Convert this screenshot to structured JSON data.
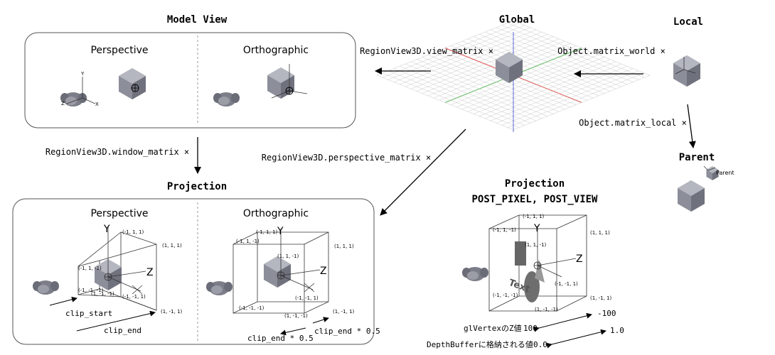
{
  "sections": {
    "model_view": "Model View",
    "global": "Global",
    "local": "Local",
    "parent": "Parent",
    "projection": "Projection",
    "projection_post_line1": "Projection",
    "projection_post_line2": "POST_PIXEL, POST_VIEW"
  },
  "panels": {
    "perspective": "Perspective",
    "orthographic": "Orthographic"
  },
  "matrices": {
    "view_matrix": "RegionView3D.view_matrix",
    "matrix_world": "Object.matrix_world",
    "matrix_local": "Object.matrix_local",
    "window_matrix": "RegionView3D.window_matrix",
    "perspective_matrix": "RegionView3D.perspective_matrix",
    "times": "×"
  },
  "axes": {
    "x": "X",
    "y": "Y",
    "z": "Z"
  },
  "parent_small_label": "Parent",
  "coords": {
    "persp": {
      "top_far": "(-1, 1, 1)",
      "right_far": "(1, 1, 1)",
      "bottom_far": "(1, -1, 1)",
      "top_near": "(-1, 1, -1)",
      "left_near": "(-1, -1, -1)",
      "left_near2": "(1, -1, -1)",
      "center": "(-1, -1, 1)"
    },
    "ortho": {
      "top_far": "(-1, 1, 1)",
      "right_far": "(1, 1, 1)",
      "bottom_far": "(1, -1, 1)",
      "top_near": "(-1, 1, -1)",
      "mid": "(1, 1, -1)",
      "left_near": "(-1, -1, -1)",
      "bottom_near": "(1, -1, -1)",
      "center": "(-1, -1, 1)"
    },
    "post": {
      "top_far": "(-1, 1, 1)",
      "right_far": "(1, 1, 1)",
      "bottom_far": "(1, -1, 1)",
      "top_near": "(-1, 1, -1)",
      "mid": "(1, 1, -1)",
      "left_near": "(-1, -1, -1)",
      "bottom_near": "(1, -1, -1)",
      "center": "(-1, -1, 1)"
    }
  },
  "clip": {
    "start": "clip_start",
    "end": "clip_end",
    "end_half": "clip_end * 0.5"
  },
  "text_label": "Text",
  "depth": {
    "gl_label": "glVertexのZ値",
    "gl_left": "100",
    "gl_right": "-100",
    "db_label": "DepthBufferに格納される値",
    "db_left": "0.0",
    "db_right": "1.0"
  },
  "colors": {
    "box_border": "#555555",
    "cube": "#8a8c98",
    "cube_dark": "#6c6e7a",
    "grid_red": "#d9534f",
    "grid_green": "#5cb85c",
    "grid_blue": "#5b6bd6"
  }
}
